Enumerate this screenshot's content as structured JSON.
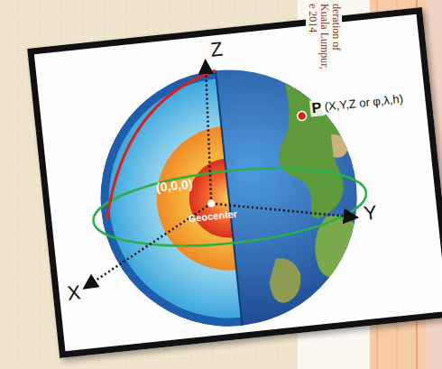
{
  "diagram": {
    "labels": [
      "deration of",
      "Kuala Lumpur,",
      "e 2014",
      "Z",
      "Y",
      "X",
      "(0,0,0)",
      "Geocenter",
      "P",
      "(X,Y,Z or φ,λ,h)"
    ]
  }
}
